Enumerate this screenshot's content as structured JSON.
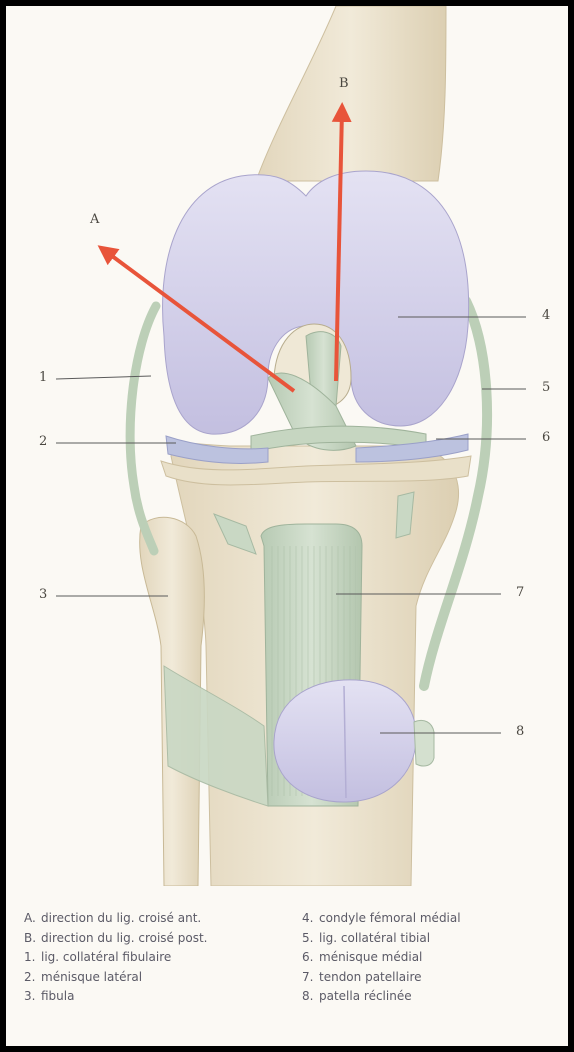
{
  "figure": {
    "arrows": [
      {
        "id": "A",
        "label": "A",
        "color": "#e8543a"
      },
      {
        "id": "B",
        "label": "B",
        "color": "#e8543a"
      }
    ],
    "callouts": [
      {
        "id": "1",
        "label": "1"
      },
      {
        "id": "2",
        "label": "2"
      },
      {
        "id": "3",
        "label": "3"
      },
      {
        "id": "4",
        "label": "4"
      },
      {
        "id": "5",
        "label": "5"
      },
      {
        "id": "6",
        "label": "6"
      },
      {
        "id": "7",
        "label": "7"
      },
      {
        "id": "8",
        "label": "8"
      }
    ],
    "colors": {
      "bone": "#ece3cf",
      "cartilage": "#cfcbe6",
      "ligament": "#c9d8c4",
      "meniscus": "#b9bfdc",
      "arrow": "#e8543a"
    }
  },
  "legend": {
    "left": [
      {
        "key": "A.",
        "text": "direction du lig. croisé ant."
      },
      {
        "key": "B.",
        "text": "direction du lig. croisé post."
      },
      {
        "key": "1.",
        "text": "lig. collatéral fibulaire"
      },
      {
        "key": "2.",
        "text": "ménisque latéral"
      },
      {
        "key": "3.",
        "text": "fibula"
      }
    ],
    "right": [
      {
        "key": "4.",
        "text": "condyle fémoral médial"
      },
      {
        "key": "5.",
        "text": "lig. collatéral tibial"
      },
      {
        "key": "6.",
        "text": "ménisque médial"
      },
      {
        "key": "7.",
        "text": "tendon patellaire"
      },
      {
        "key": "8.",
        "text": "patella réclinée"
      }
    ]
  }
}
